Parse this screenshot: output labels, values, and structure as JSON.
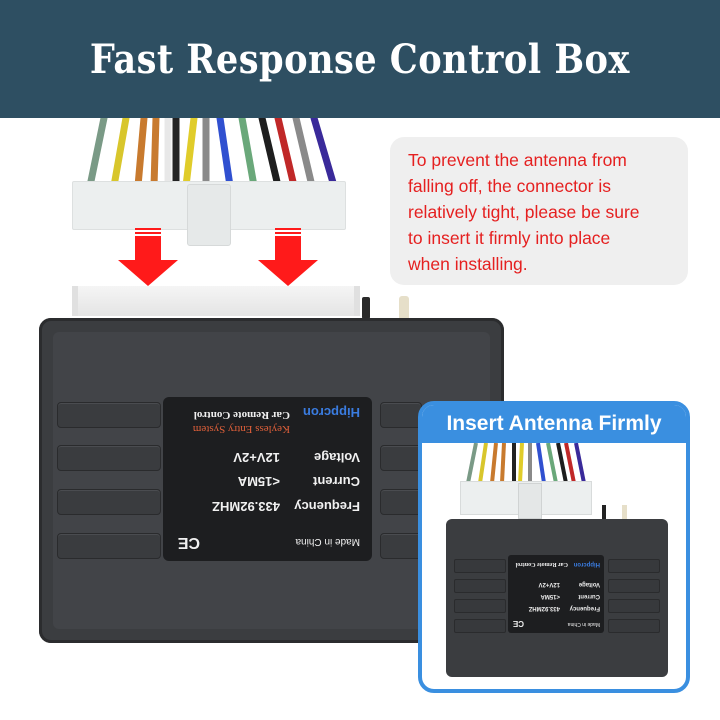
{
  "header": {
    "title": "Fast Response Control Box"
  },
  "note": {
    "lines": [
      "To prevent the antenna from",
      "falling off, the connector is",
      "relatively tight, please be sure",
      "to insert it firmly into place",
      "when installing."
    ],
    "text_color": "#e52020"
  },
  "product_label": {
    "made_in": "Made in China",
    "ce_mark": "CE",
    "specs": [
      {
        "name": "Frequency",
        "value": "433.92MHZ"
      },
      {
        "name": "Current",
        "value": "<15MA"
      },
      {
        "name": "Voltage",
        "value": "12V+2V"
      }
    ],
    "product_name": "Car Remote Control",
    "subtitle": "Keyless Entry System",
    "brand": "Hippcron"
  },
  "inset": {
    "title": "Insert Antenna Firmly",
    "accent": "#3a8fe0"
  },
  "wire_colors": [
    "#7a9a86",
    "#d8c62c",
    "#c87a2e",
    "#c87a2e",
    "#e8e8e8",
    "#222222",
    "#e0cc2a",
    "#8a8a8a",
    "#3050d0",
    "#6aa87a",
    "#1e1e1e",
    "#c02828",
    "#8a8a8a",
    "#3a2a9a"
  ],
  "arrow_color": "#ff1a1a"
}
